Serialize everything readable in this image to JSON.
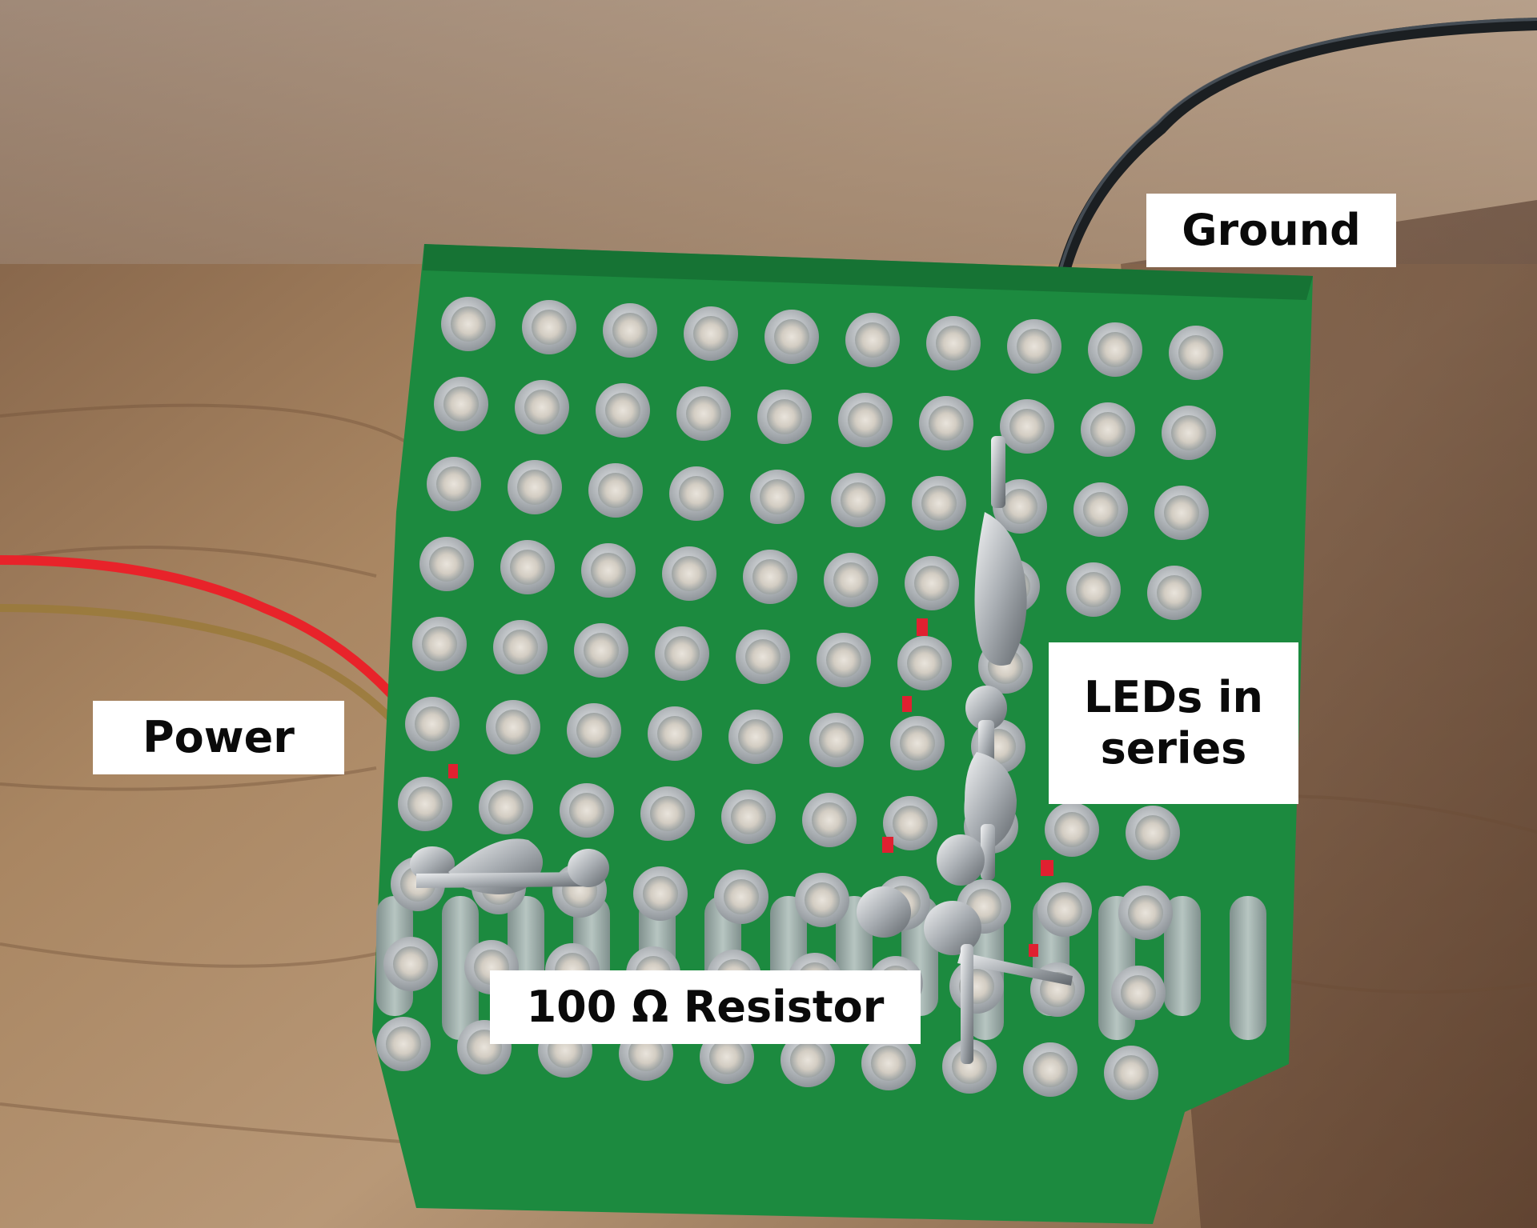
{
  "labels": {
    "ground": "Ground",
    "power": "Power",
    "leds": "LEDs in\nseries",
    "resistor": "100 Ω Resistor"
  },
  "colors": {
    "pcb_green": "#1c8a3f",
    "solder_silver": "#c9ccd0",
    "wood": "#8a6a4e",
    "wire_red": "#e8232a",
    "wire_black": "#1b1f22",
    "label_bg": "#ffffff",
    "label_text": "#0a0a0a"
  }
}
